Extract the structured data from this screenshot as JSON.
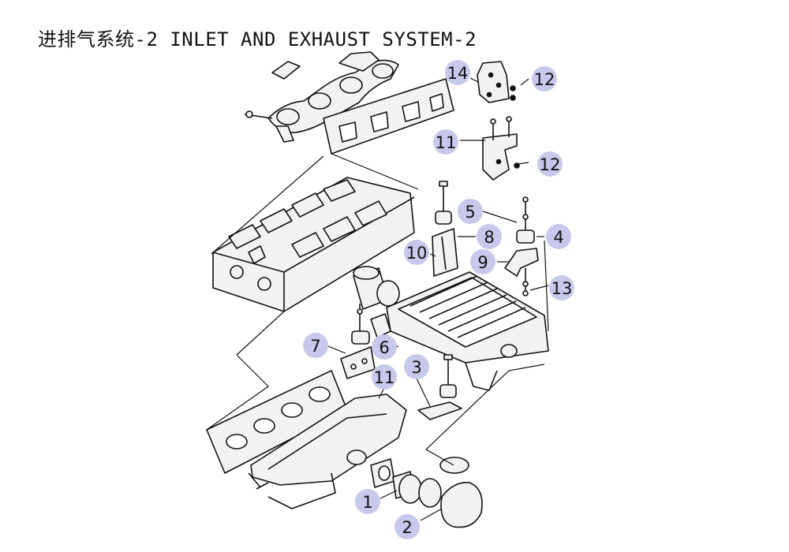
{
  "title": "进排气系统-2 INLET AND EXHAUST SYSTEM-2",
  "colors": {
    "callout_fill": "#c8c8ec",
    "line": "#111111",
    "part_fill": "#f2f2f2"
  },
  "callouts": [
    {
      "label": "14"
    },
    {
      "label": "12"
    },
    {
      "label": "11"
    },
    {
      "label": "12"
    },
    {
      "label": "5"
    },
    {
      "label": "8"
    },
    {
      "label": "4"
    },
    {
      "label": "10"
    },
    {
      "label": "9"
    },
    {
      "label": "13"
    },
    {
      "label": "7"
    },
    {
      "label": "6"
    },
    {
      "label": "3"
    },
    {
      "label": "11"
    },
    {
      "label": "1"
    },
    {
      "label": "2"
    }
  ]
}
